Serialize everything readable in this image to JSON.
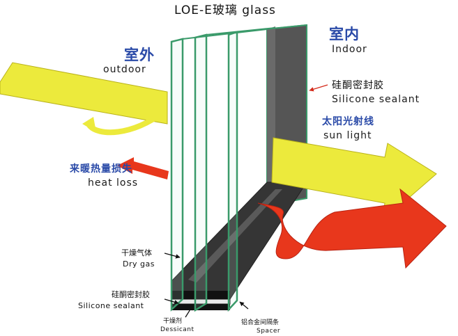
{
  "title": "LOE-E玻璃 glass",
  "labels": {
    "indoor_cn": "室内",
    "indoor_en": "Indoor",
    "outdoor_cn": "室外",
    "outdoor_en": "outdoor",
    "sealant_top_cn": "硅酮密封胶",
    "sealant_top_en": "Silicone sealant",
    "sunlight_cn": "太阳光射线",
    "sunlight_en": "sun light",
    "heatloss_cn": "来暖热量损失",
    "heatloss_en": "heat loss",
    "drygas_cn": "干燥气体",
    "drygas_en": "Dry gas",
    "sealant_bottom_cn": "硅酮密封胶",
    "sealant_bottom_en": "Silicone sealant",
    "desiccant_cn": "干燥剂",
    "desiccant_en": "Dessicant",
    "spacer_cn": "铝合金间隔条",
    "spacer_en": "Spacer"
  },
  "colors": {
    "sun_arrow": "#ecea3c",
    "heat_arrow": "#e8371c",
    "glass_edge": "#3a9a6a",
    "spacer": "#3b3b3b",
    "label_blue": "#2a4aa8"
  }
}
